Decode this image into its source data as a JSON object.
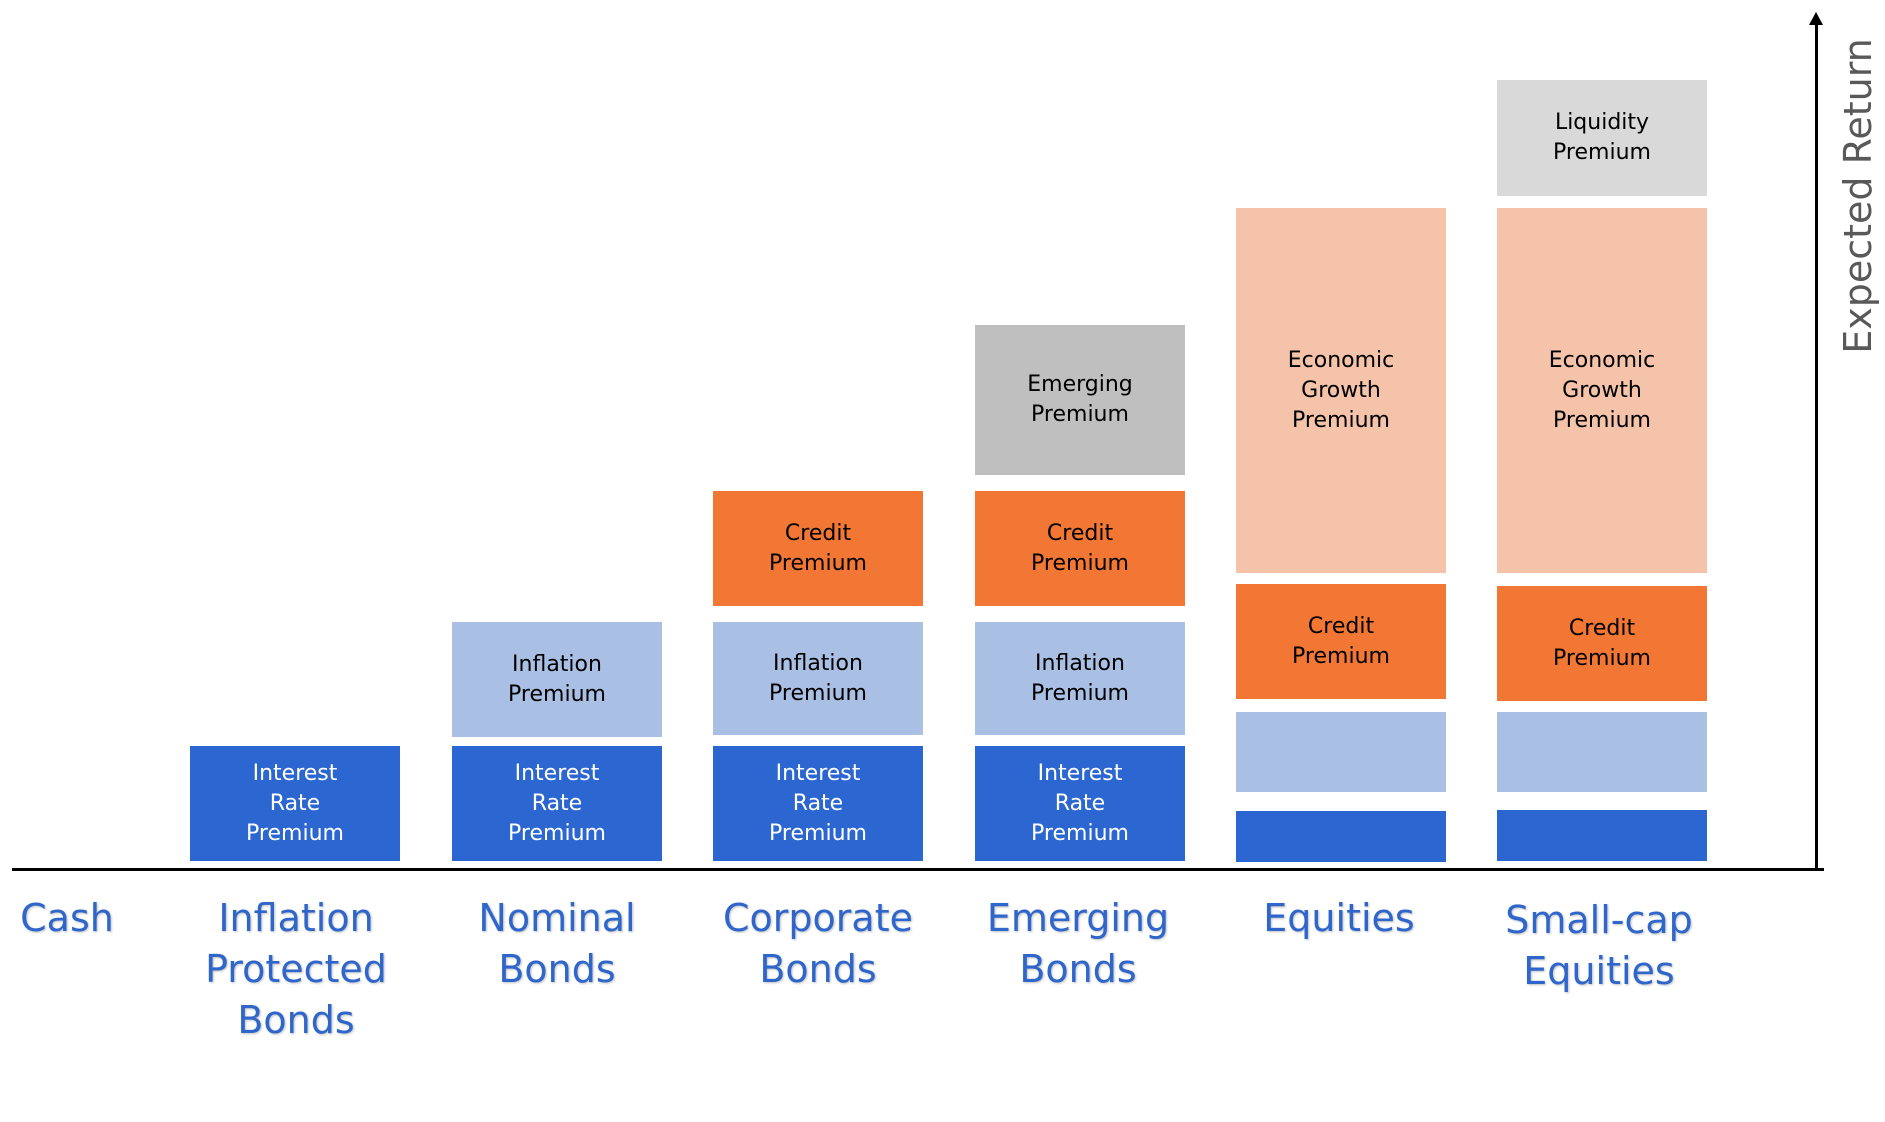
{
  "axis": {
    "y_label": "Expected Return"
  },
  "colors": {
    "interest_rate": "#2c67d1",
    "inflation": "#a9bfe3",
    "credit": "#f27735",
    "emerging": "#bfbfbf",
    "economic_growth": "#f4c3a9",
    "liquidity": "#d9d9d9",
    "category_text": "#2e66cc"
  },
  "categories": [
    {
      "label": "Cash",
      "blocks": []
    },
    {
      "label": "Inflation\nProtected\nBonds",
      "blocks": [
        {
          "kind": "interest_rate",
          "label": "Interest\nRate\nPremium"
        }
      ]
    },
    {
      "label": "Nominal\nBonds",
      "blocks": [
        {
          "kind": "interest_rate",
          "label": "Interest\nRate\nPremium"
        },
        {
          "kind": "inflation",
          "label": "Inflation\nPremium"
        }
      ]
    },
    {
      "label": "Corporate\nBonds",
      "blocks": [
        {
          "kind": "interest_rate",
          "label": "Interest\nRate\nPremium"
        },
        {
          "kind": "inflation",
          "label": "Inflation\nPremium"
        },
        {
          "kind": "credit",
          "label": "Credit\nPremium"
        }
      ]
    },
    {
      "label": "Emerging\nBonds",
      "blocks": [
        {
          "kind": "interest_rate",
          "label": "Interest\nRate\nPremium"
        },
        {
          "kind": "inflation",
          "label": "Inflation\nPremium"
        },
        {
          "kind": "credit",
          "label": "Credit\nPremium"
        },
        {
          "kind": "emerging",
          "label": "Emerging\nPremium"
        }
      ]
    },
    {
      "label": "Equities",
      "blocks": [
        {
          "kind": "interest_rate",
          "label": ""
        },
        {
          "kind": "inflation",
          "label": ""
        },
        {
          "kind": "credit",
          "label": "Credit\nPremium"
        },
        {
          "kind": "economic_growth",
          "label": "Economic\nGrowth\nPremium"
        }
      ]
    },
    {
      "label": "Small-cap\nEquities",
      "blocks": [
        {
          "kind": "interest_rate",
          "label": ""
        },
        {
          "kind": "inflation",
          "label": ""
        },
        {
          "kind": "credit",
          "label": "Credit\nPremium"
        },
        {
          "kind": "economic_growth",
          "label": "Economic\nGrowth\nPremium"
        },
        {
          "kind": "liquidity",
          "label": "Liquidity\nPremium"
        }
      ]
    }
  ]
}
